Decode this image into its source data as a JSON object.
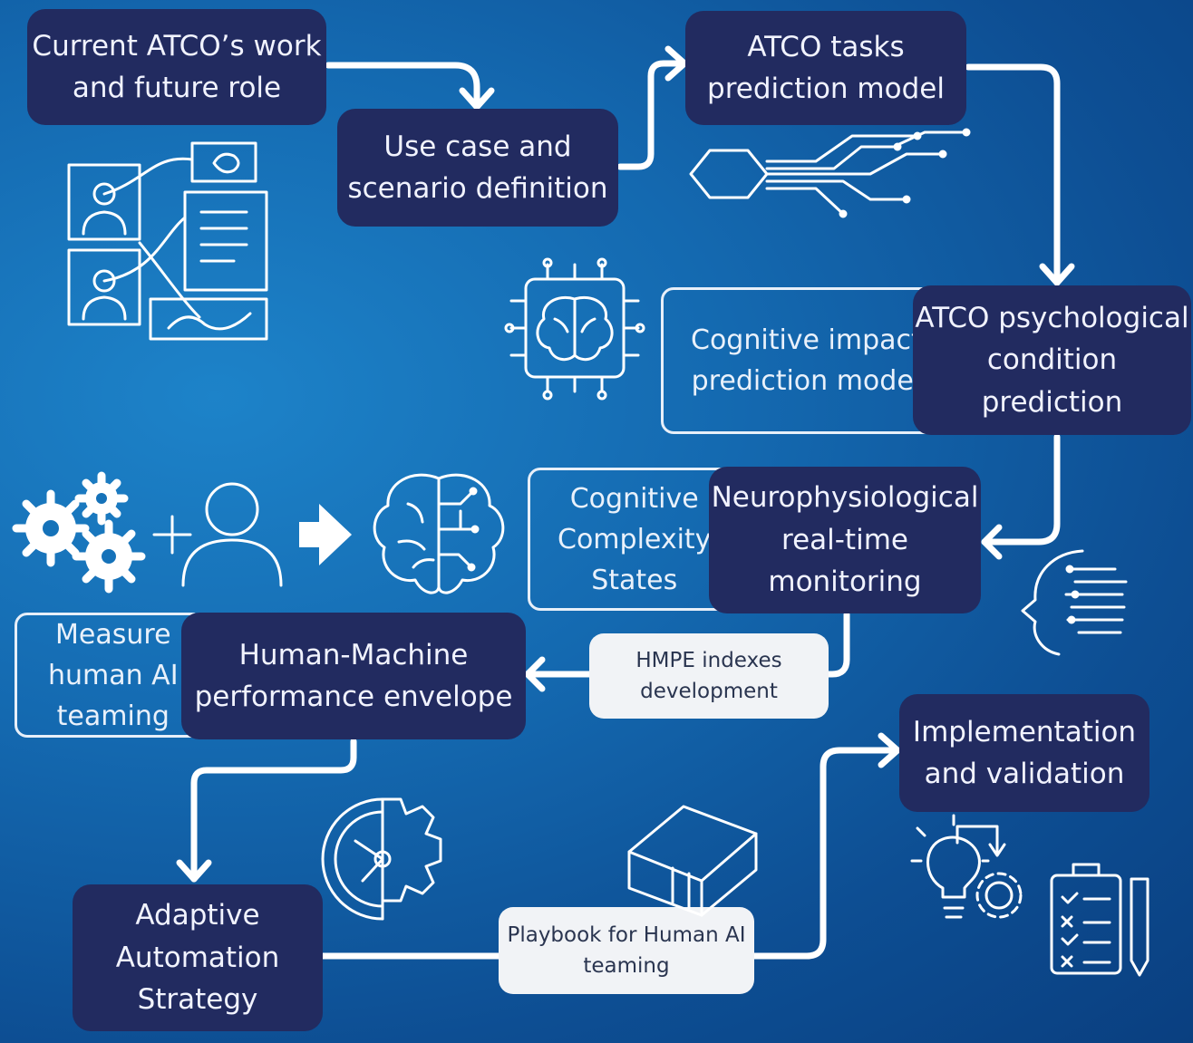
{
  "nodes": {
    "current_role": "Current ATCO’s work\nand future role",
    "use_case": "Use case and\nscenario definition",
    "tasks_model": "ATCO tasks\nprediction model",
    "cognitive_impact": "Cognitive impact\nprediction model",
    "psych_condition": "ATCO psychological\ncondition prediction",
    "complexity_states": "Cognitive\nComplexity\nStates",
    "neuro_monitoring": "Neurophysiological\nreal-time\nmonitoring",
    "measure_teaming": "Measure\nhuman AI\nteaming",
    "hmpe_envelope": "Human-Machine\nperformance envelope",
    "hmpe_indexes": "HMPE indexes\ndevelopment",
    "adaptive_strategy": "Adaptive\nAutomation\nStrategy",
    "playbook": "Playbook for Human AI\nteaming",
    "implementation": "Implementation\nand validation"
  },
  "icons": [
    "storyboard-icon",
    "circuit-hexagon-icon",
    "brain-chip-icon",
    "gears-icon",
    "plus-icon",
    "person-icon",
    "arrow-right-icon",
    "circuit-brain-icon",
    "ai-head-icon",
    "clock-gear-icon",
    "book-icon",
    "lightbulb-gear-icon",
    "checklist-clipboard-icon"
  ],
  "colors": {
    "background": "#1469b0",
    "dark_box": "#222b60",
    "light_box": "#f1f3f6",
    "line": "#ffffff"
  }
}
